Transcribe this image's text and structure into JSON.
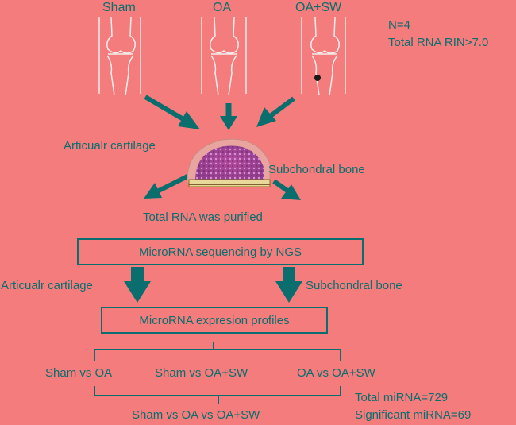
{
  "groups": {
    "sham": "Sham",
    "oa": "OA",
    "oa_sw": "OA+SW"
  },
  "info": {
    "n": "N=4",
    "rin": "Total RNA RIN>7.0"
  },
  "tissue": {
    "cartilage": "Articualr cartilage",
    "bone": "Subchondral bone"
  },
  "steps": {
    "purified": "Total RNA was purified",
    "sequencing": "MicroRNA sequencing by NGS",
    "profiles": "MicroRNA expresion profiles"
  },
  "branch": {
    "cartilage": "Articualr cartilage",
    "bone": "Subchondral bone"
  },
  "comparisons": {
    "sham_vs_oa": "Sham vs OA",
    "sham_vs_oasw": "Sham vs OA+SW",
    "oa_vs_oasw": "OA vs OA+SW",
    "all_three": "Sham vs OA vs OA+SW"
  },
  "stats": {
    "total": "Total miRNA=729",
    "significant": "Significant miRNA=69"
  },
  "colors": {
    "background": "#F47C7C",
    "accent": "#0B6E6E"
  }
}
